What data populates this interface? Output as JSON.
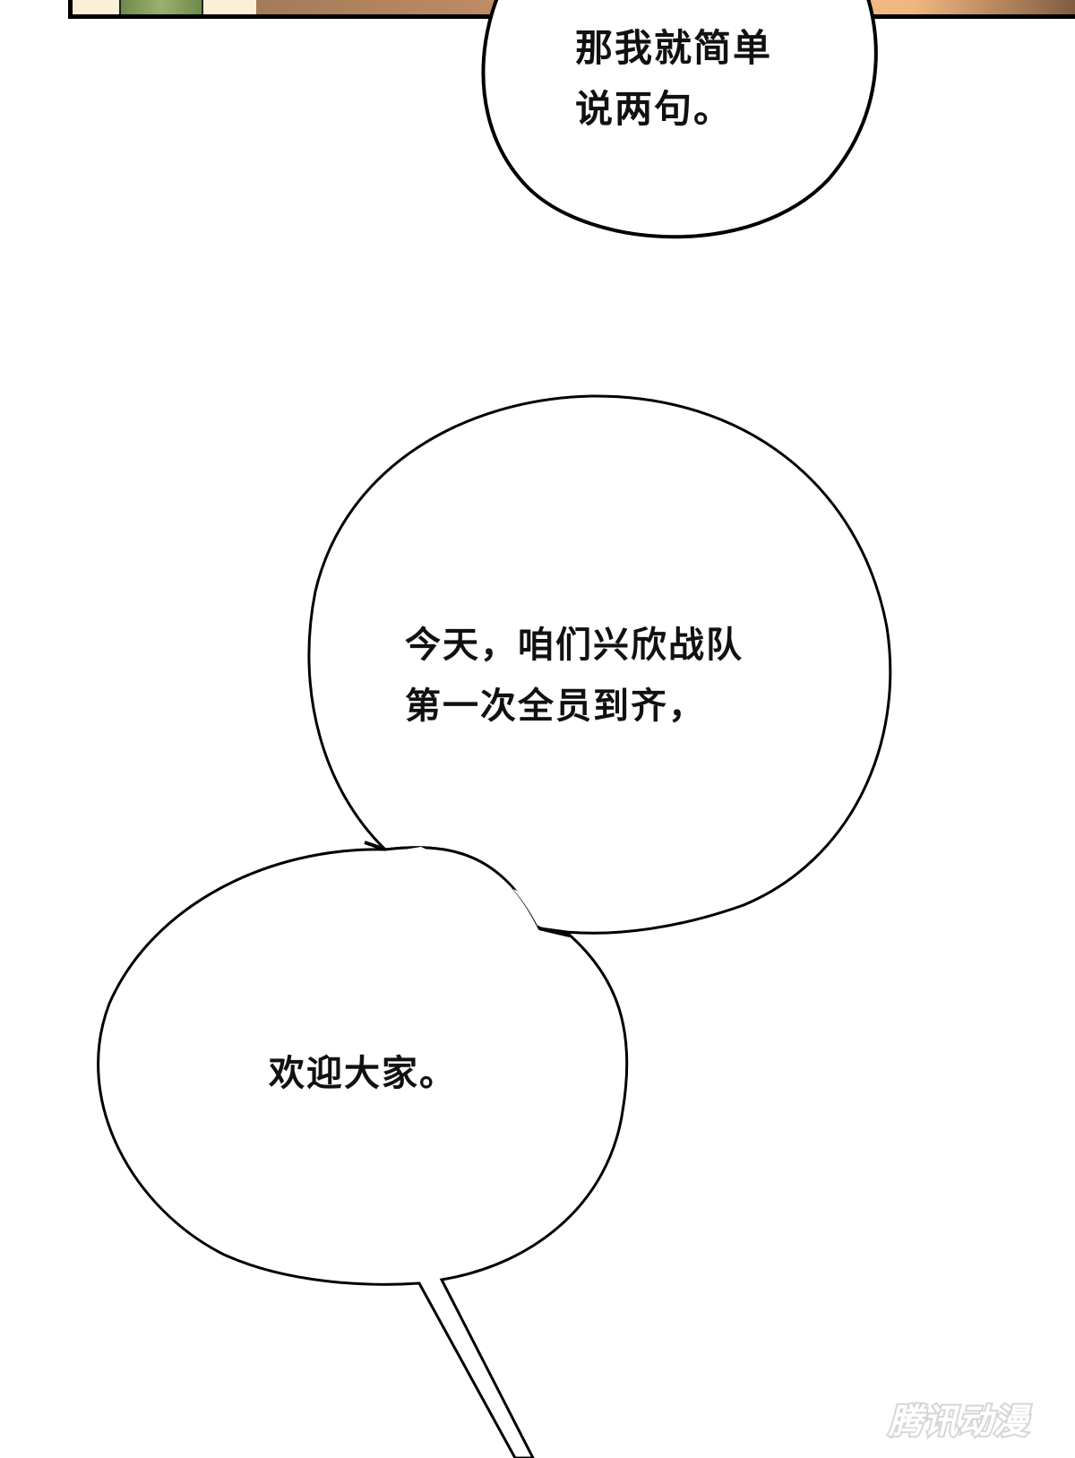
{
  "panel": {
    "colors": {
      "border": "#000000",
      "cream": "#fbefd8",
      "green": "#8aa060",
      "skin": "#f5c08a",
      "brown": "#a47a58"
    }
  },
  "bubbles": [
    {
      "id": "bubble-1",
      "text": "那我就简单\n说两句。"
    },
    {
      "id": "bubble-2",
      "text": "今天，咱们兴欣战队\n第一次全员到齐，"
    },
    {
      "id": "bubble-3",
      "text": "欢迎大家。"
    }
  ],
  "watermark": {
    "text": "腾讯动漫"
  }
}
